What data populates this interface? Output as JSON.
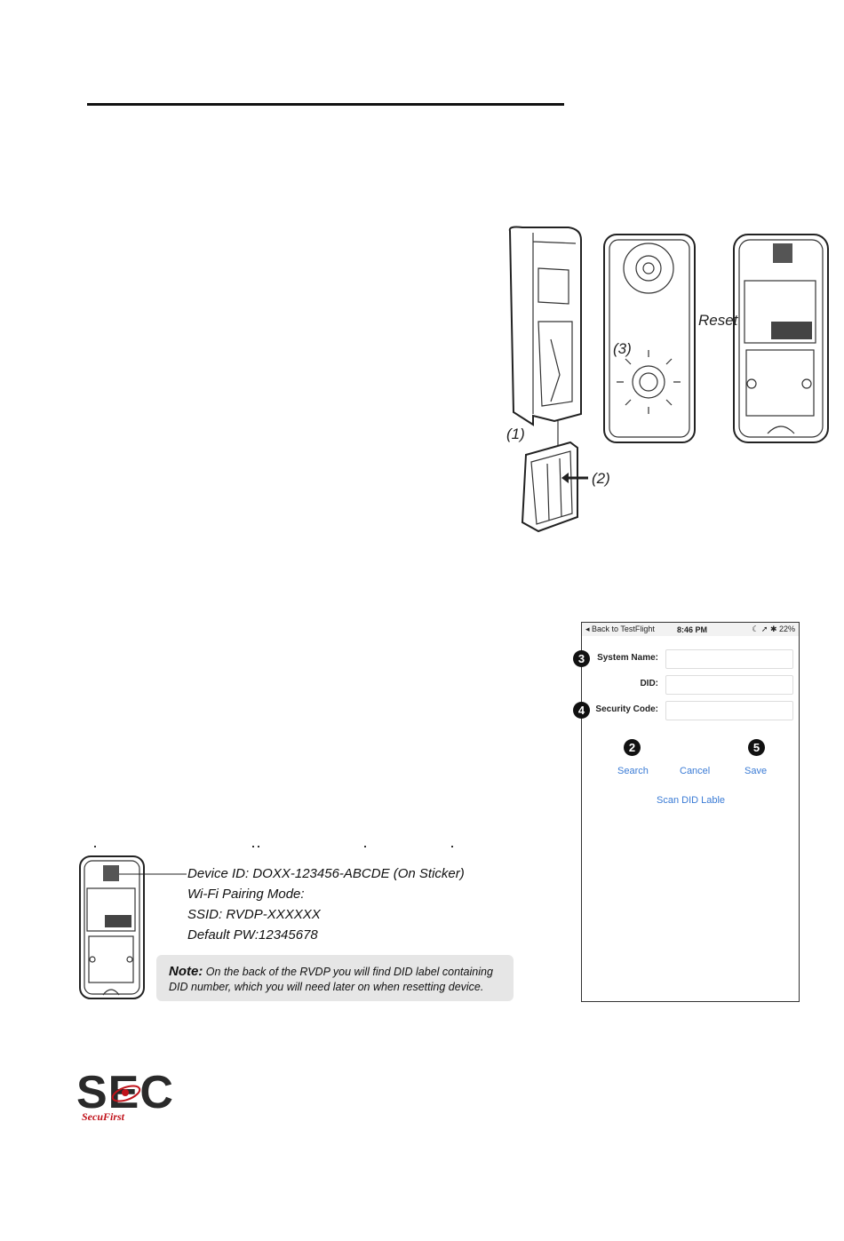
{
  "illustration": {
    "labels": [
      "(1)",
      "(2)",
      "(3)",
      "Reset"
    ]
  },
  "phone": {
    "status": {
      "back": "◂ Back to TestFlight",
      "time": "8:46 PM",
      "right": "☾ ➚ ✱ 22%"
    },
    "fields": [
      {
        "step": "3",
        "label": "System Name:",
        "value": ""
      },
      {
        "step": "",
        "label": "DID:",
        "value": ""
      },
      {
        "step": "4",
        "label": "Security Code:",
        "value": ""
      }
    ],
    "actions": [
      {
        "step": "2",
        "label": "Search"
      },
      {
        "step": "",
        "label": "Cancel"
      },
      {
        "step": "5",
        "label": "Save"
      }
    ],
    "scan_label": "Scan DID Lable"
  },
  "device_info": {
    "lines": [
      "Device ID: DOXX-123456-ABCDE (On Sticker)",
      "Wi-Fi Pairing Mode:",
      "SSID: RVDP-XXXXXX",
      "Default PW:12345678"
    ],
    "note_title": "Note:",
    "note_text": " On the back of the RVDP you will find  DID label containing DID number, which you will need later on when resetting device."
  },
  "logo": {
    "mark": "SEC",
    "sub": "SecuFirst",
    "accent": "#c0121a"
  }
}
